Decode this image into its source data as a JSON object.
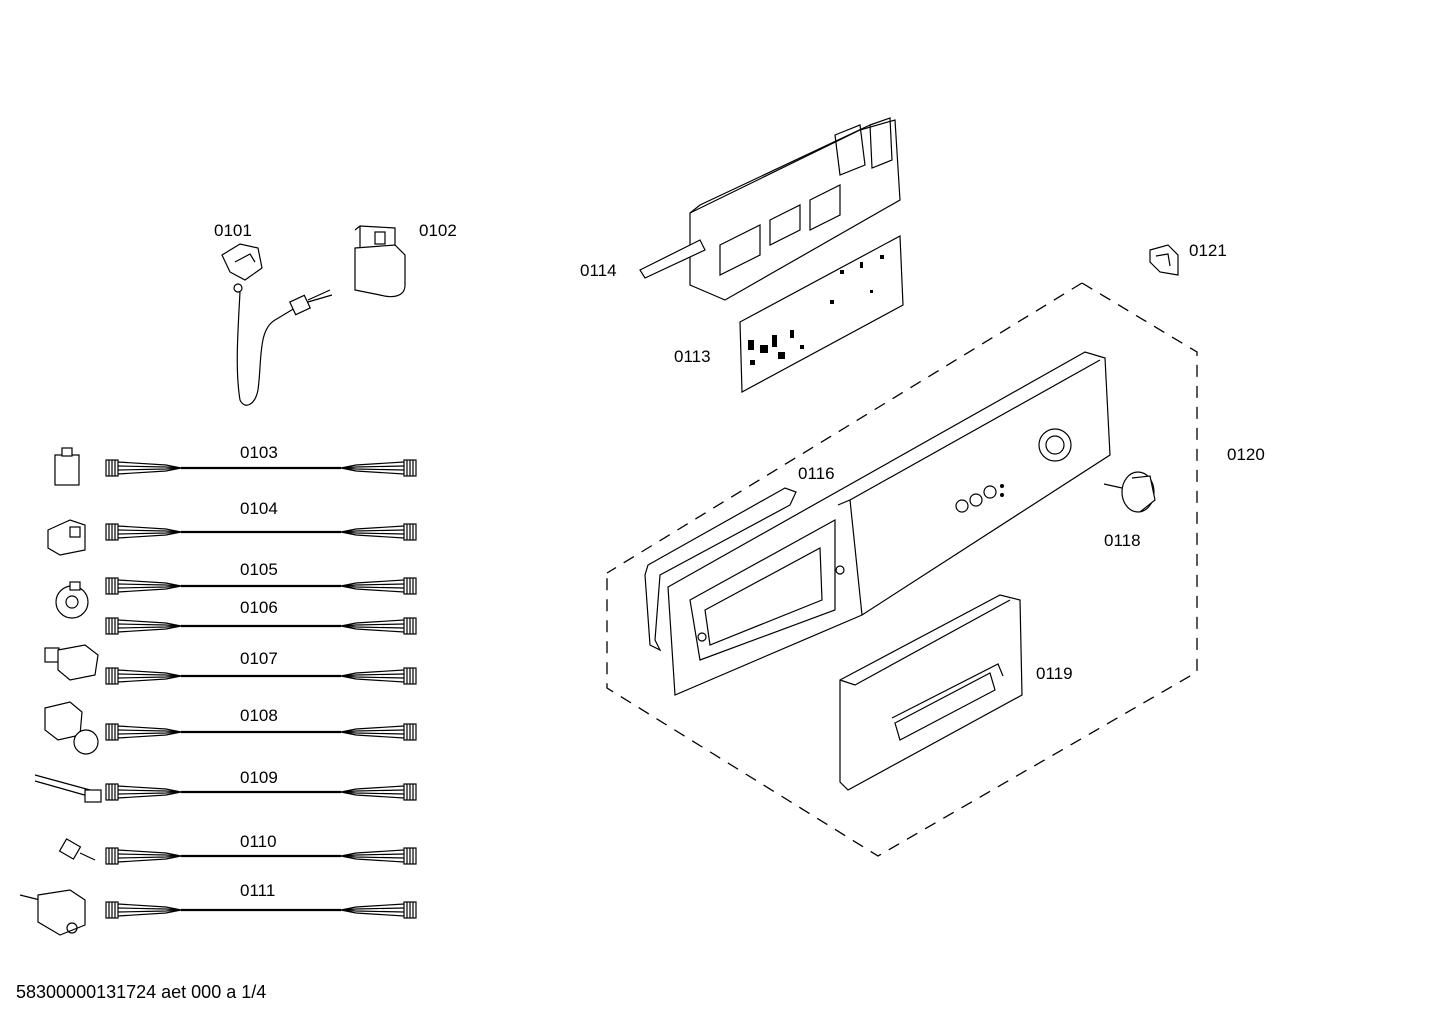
{
  "labels": {
    "p0101": "0101",
    "p0102": "0102",
    "p0103": "0103",
    "p0104": "0104",
    "p0105": "0105",
    "p0106": "0106",
    "p0107": "0107",
    "p0108": "0108",
    "p0109": "0109",
    "p0110": "0110",
    "p0111": "0111",
    "p0113": "0113",
    "p0114": "0114",
    "p0116": "0116",
    "p0118": "0118",
    "p0119": "0119",
    "p0120": "0120",
    "p0121": "0121"
  },
  "footer": "58300000131724 aet 000 a 1/4"
}
